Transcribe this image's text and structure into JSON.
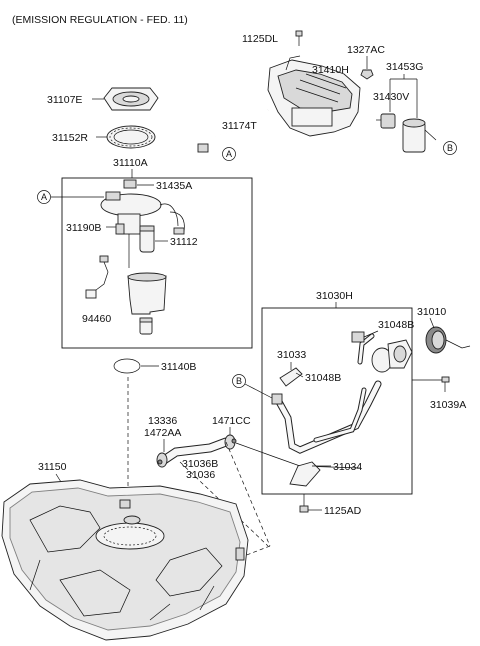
{
  "header": {
    "title": "(EMISSION REGULATION - FED. 11)"
  },
  "labels": {
    "p1125DL": "1125DL",
    "p1327AC": "1327AC",
    "p31410H": "31410H",
    "p31453G": "31453G",
    "p31430V": "31430V",
    "p31107E": "31107E",
    "p31152R": "31152R",
    "p31174T": "31174T",
    "p31110A": "31110A",
    "p31435A": "31435A",
    "p31190B": "31190B",
    "p31112": "31112",
    "p94460": "94460",
    "p31140B": "31140B",
    "p31030H": "31030H",
    "p31010": "31010",
    "p31048B_a": "31048B",
    "p31033": "31033",
    "p31048B_b": "31048B",
    "p31039A": "31039A",
    "p13336": "13336",
    "p1472AA": "1472AA",
    "p1471CC": "1471CC",
    "p31036B": "31036B",
    "p31036": "31036",
    "p31034": "31034",
    "p31150": "31150",
    "p1125AD": "1125AD"
  },
  "refs": {
    "A": "A",
    "B": "B"
  }
}
